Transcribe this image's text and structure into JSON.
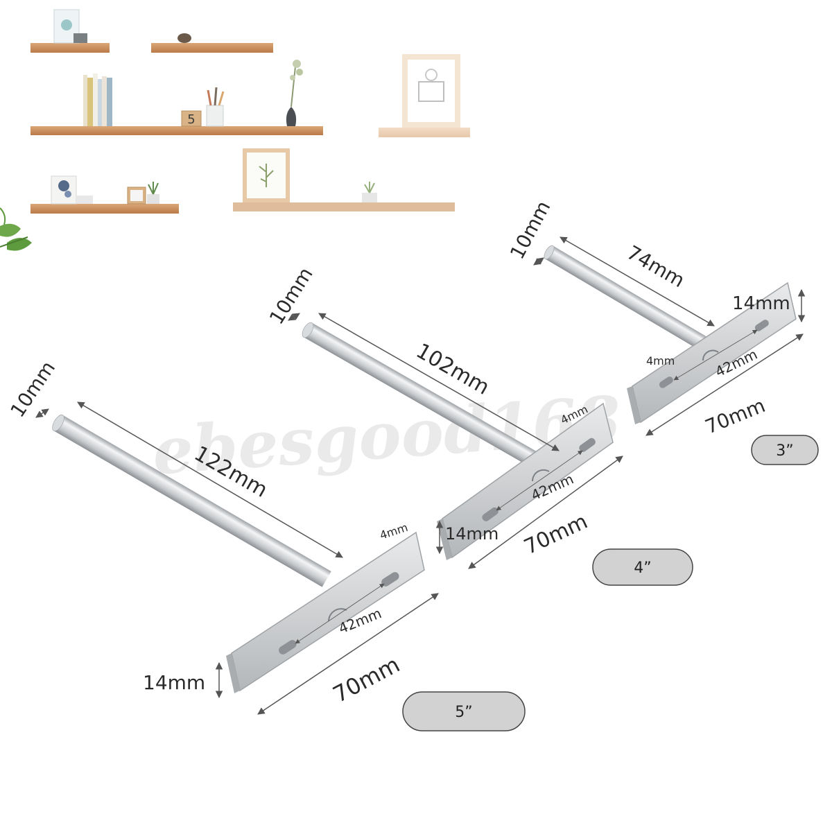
{
  "watermark": "ebesgood168",
  "brackets": [
    {
      "size_label": "5”",
      "rod_diameter": "10mm",
      "rod_length": "122mm",
      "plate_length": "70mm",
      "plate_height": "14mm",
      "plate_thickness": "4mm",
      "hole_spacing": "42mm"
    },
    {
      "size_label": "4”",
      "rod_diameter": "10mm",
      "rod_length": "102mm",
      "plate_length": "70mm",
      "plate_height": "14mm",
      "plate_thickness": "4mm",
      "hole_spacing": "42mm"
    },
    {
      "size_label": "3”",
      "rod_diameter": "10mm",
      "rod_length": "74mm",
      "plate_length": "70mm",
      "plate_height": "14mm",
      "plate_thickness": "4mm",
      "hole_spacing": "42mm"
    }
  ],
  "shelf_photo": {
    "clock_digit": "5"
  },
  "colors": {
    "wood": "#c98a55",
    "metal": "#d8d8d8",
    "pill": "#d2d2d2",
    "arrow": "#555555"
  }
}
